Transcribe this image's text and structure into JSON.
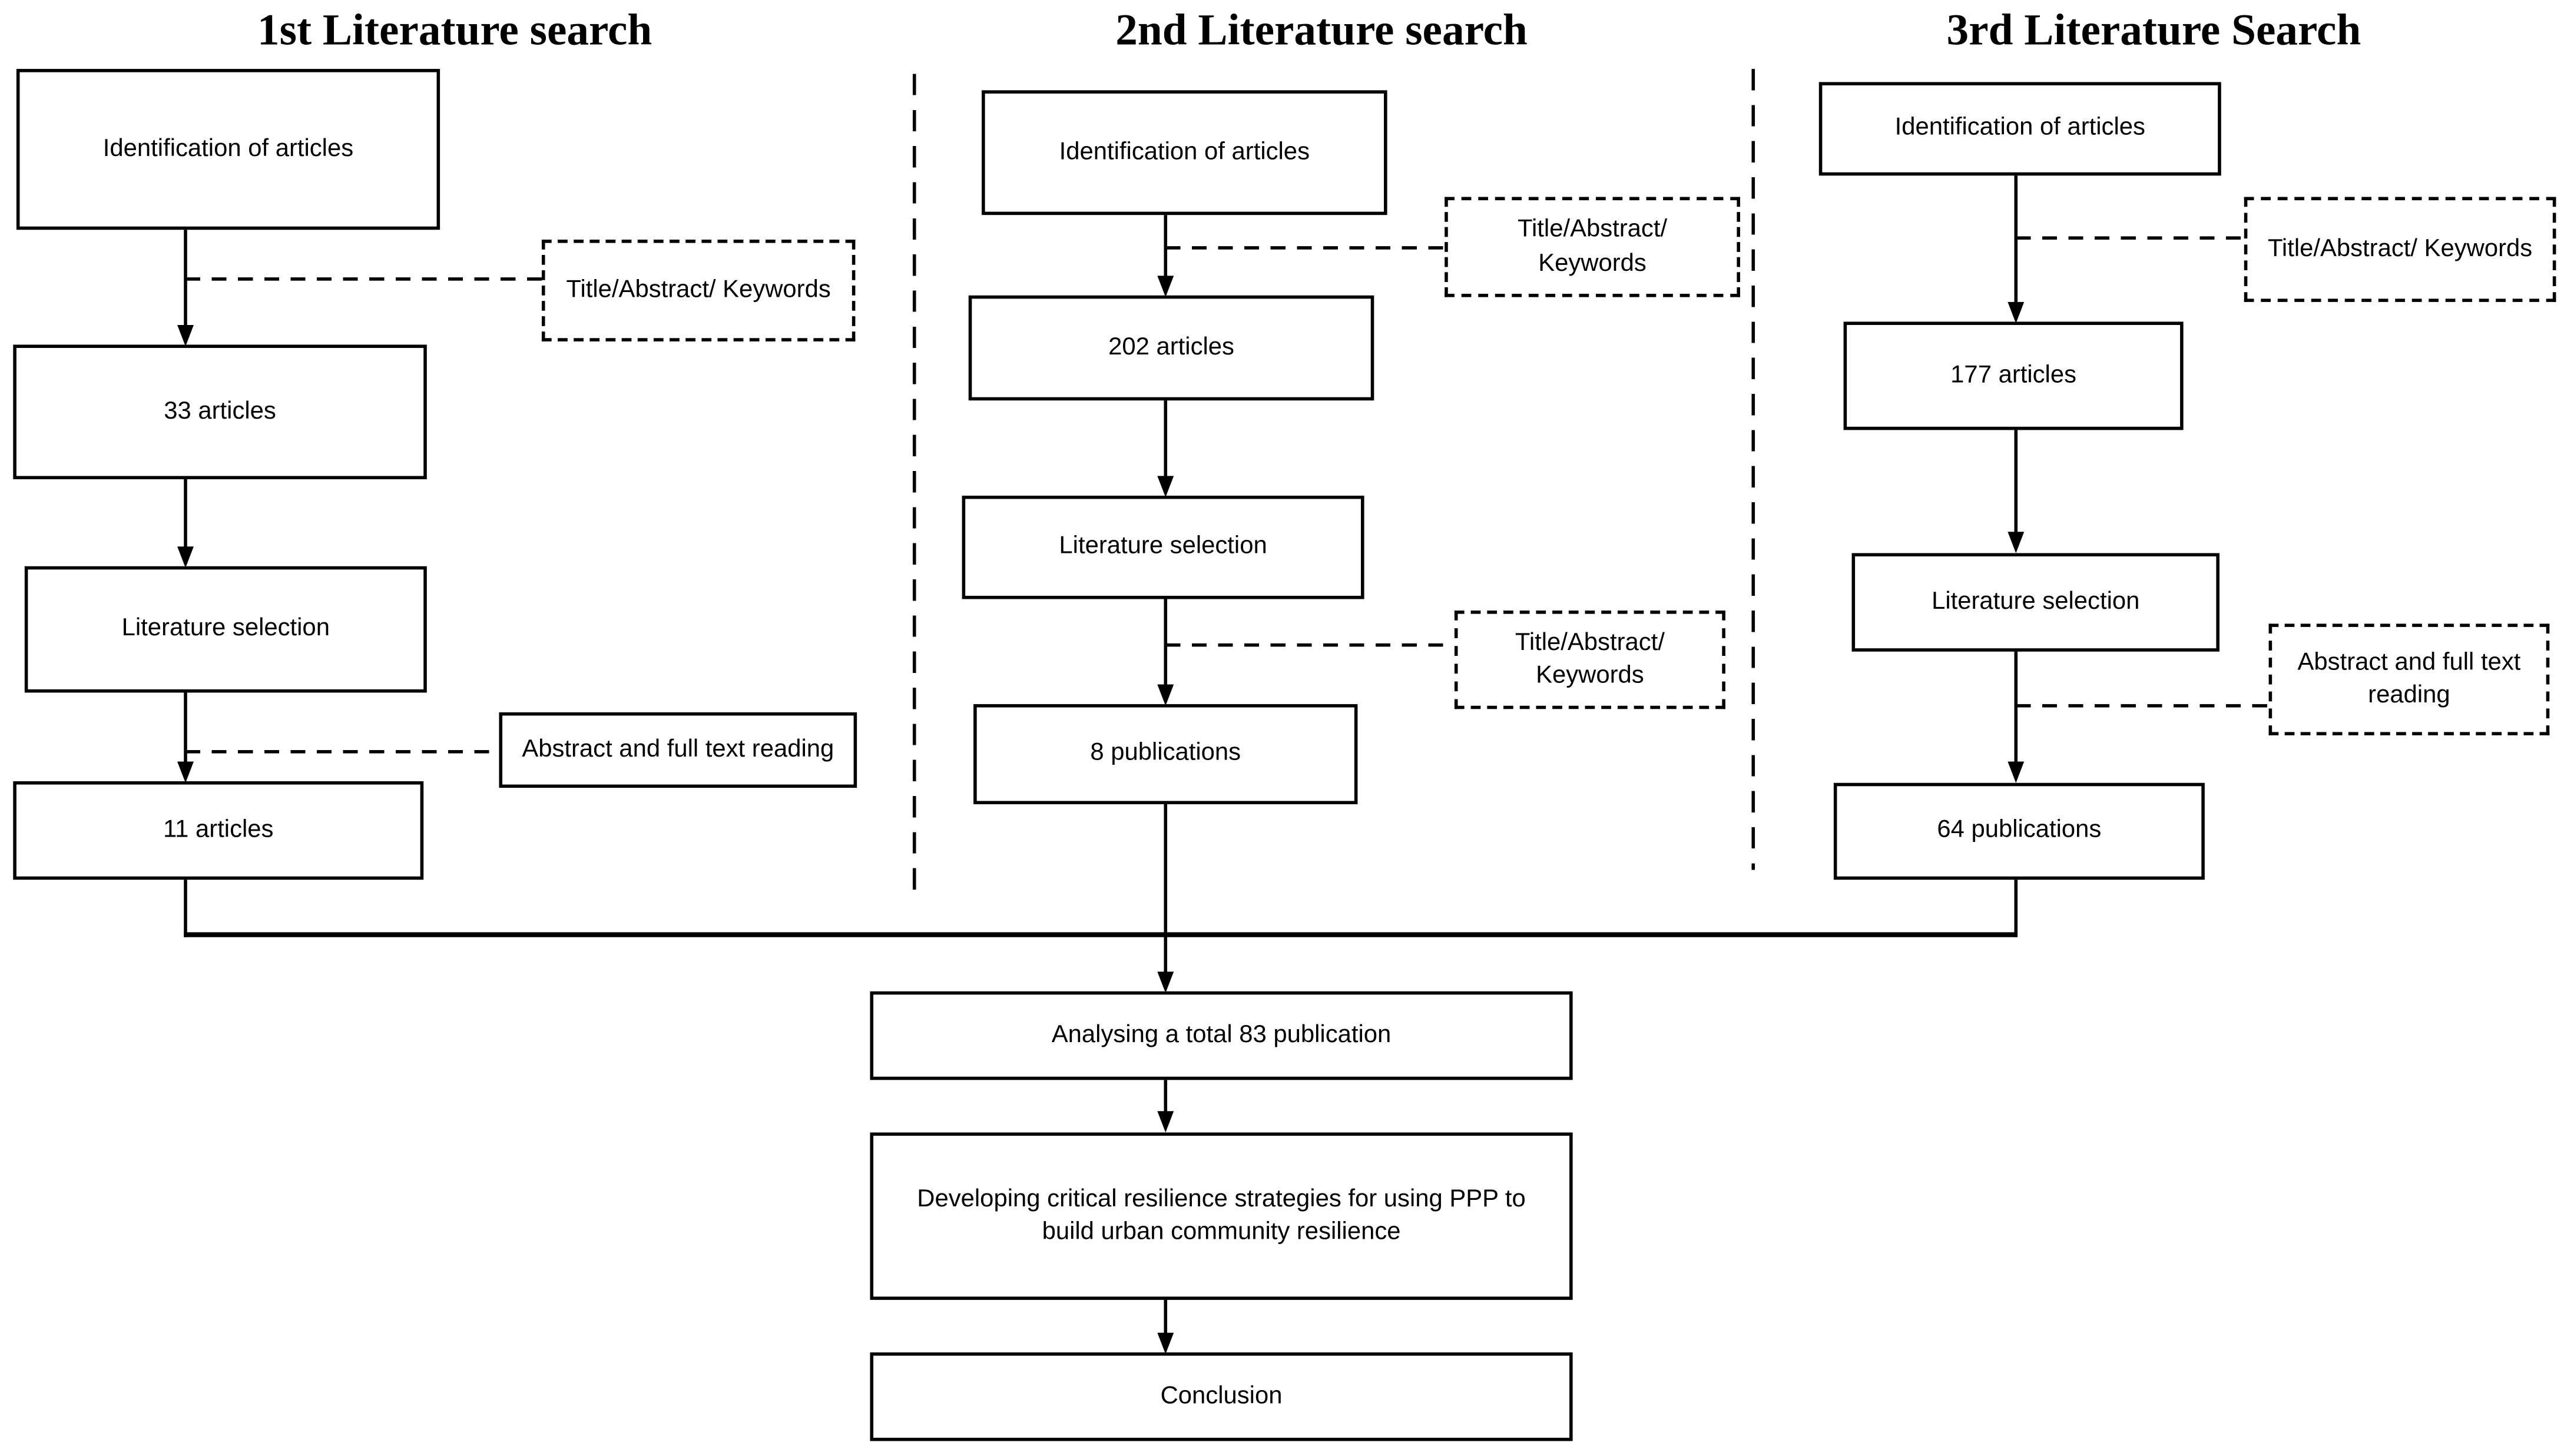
{
  "columns": [
    {
      "title": "1st Literature search",
      "boxes": {
        "identification": "Identification of articles",
        "result1": "33 articles",
        "selection": "Literature selection",
        "result2": "11 articles"
      },
      "notes": {
        "criteria1": "Title/Abstract/ Keywords",
        "criteria2": "Abstract and full text reading"
      }
    },
    {
      "title": "2nd Literature search",
      "boxes": {
        "identification": "Identification of articles",
        "result1": "202 articles",
        "selection": "Literature selection",
        "result2": "8 publications"
      },
      "notes": {
        "criteria1": "Title/Abstract/ Keywords",
        "criteria2": "Title/Abstract/ Keywords"
      }
    },
    {
      "title": "3rd Literature Search",
      "boxes": {
        "identification": "Identification of articles",
        "result1": "177 articles",
        "selection": "Literature selection",
        "result2": "64 publications"
      },
      "notes": {
        "criteria1": "Title/Abstract/ Keywords",
        "criteria2": "Abstract and full text reading"
      }
    }
  ],
  "bottom": {
    "analysis": "Analysing a total 83 publication",
    "development": "Developing critical resilience strategies for using PPP to build urban community resilience",
    "conclusion": "Conclusion"
  },
  "colors": {
    "line": "#000000",
    "background": "#ffffff",
    "text": "#000000"
  }
}
